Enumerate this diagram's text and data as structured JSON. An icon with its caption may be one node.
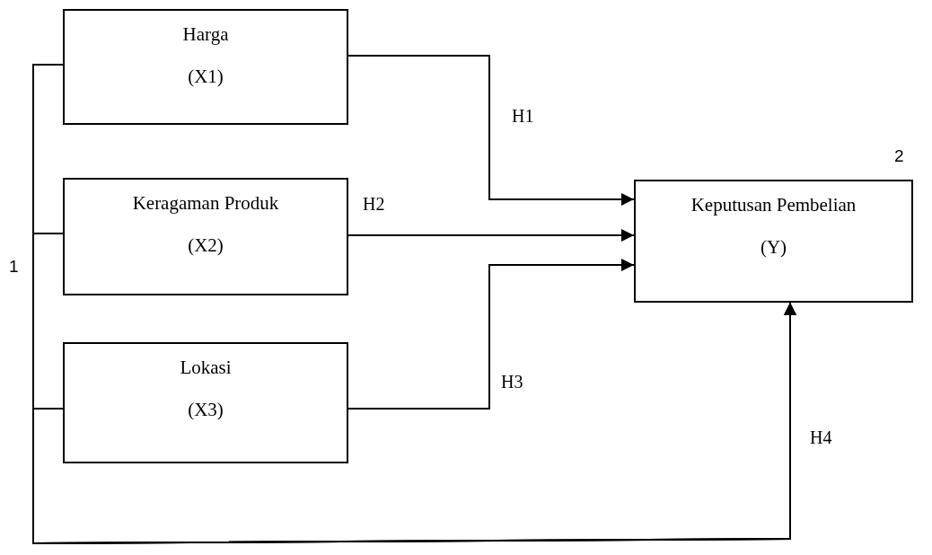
{
  "diagram": {
    "nodes": [
      {
        "text": [
          "Harga",
          "(X1)"
        ]
      },
      {
        "text": [
          "Keragaman Produk",
          "(X2)"
        ]
      },
      {
        "text": [
          "Lokasi",
          "(X3)"
        ]
      },
      {
        "text": [
          "Keputusan Pembelian",
          "(Y)"
        ]
      }
    ],
    "edges": [
      {
        "from": 0,
        "to": 3,
        "arrow": "to",
        "label": "H1"
      },
      {
        "from": 1,
        "to": 3,
        "arrow": "to",
        "label": "H2"
      },
      {
        "from": 2,
        "to": 3,
        "arrow": "to",
        "label": "H3"
      },
      {
        "from": 0,
        "to": 3,
        "arrow": "to",
        "label": "H4"
      },
      {
        "from": 1,
        "to": 3,
        "arrow": "to"
      },
      {
        "from": 2,
        "to": 3,
        "arrow": "to"
      }
    ],
    "labels": [
      "1",
      "2"
    ]
  }
}
